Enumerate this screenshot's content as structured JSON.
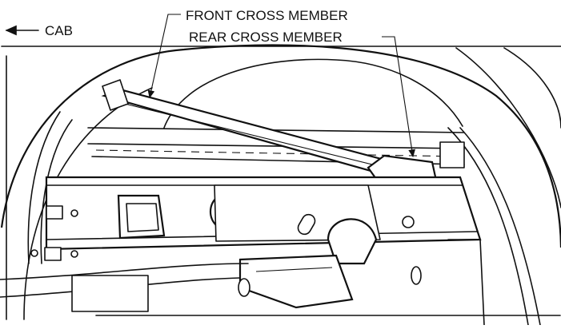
{
  "labels": {
    "cab": "CAB",
    "front_cross_member": "FRONT CROSS MEMBER",
    "rear_cross_member": "REAR CROSS MEMBER"
  },
  "icons": {
    "cab_direction": "left-arrow-icon"
  },
  "colors": {
    "line": "#111111",
    "background": "#ffffff"
  }
}
